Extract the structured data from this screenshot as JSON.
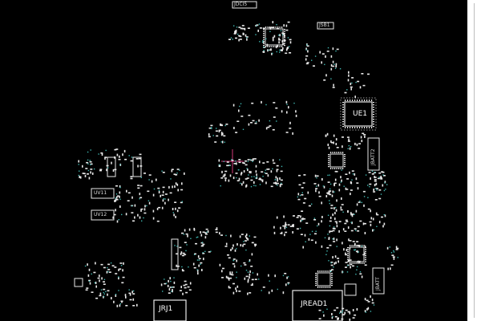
{
  "viewer": {
    "background": "#000000",
    "pad_color": "#e8e8e8",
    "via_color": "#3fb6b0",
    "cursor_color": "#d23a7a"
  },
  "labels": {
    "ue1": "UE1",
    "jrj1": "JRJ1",
    "jread1": "JREAD1",
    "jbatt2": "JBATT2",
    "jbatt": "JBATT",
    "uv11": "UV11",
    "uv12": "UV12",
    "jd0": "JDCI5",
    "jsb1": "JSB1"
  }
}
